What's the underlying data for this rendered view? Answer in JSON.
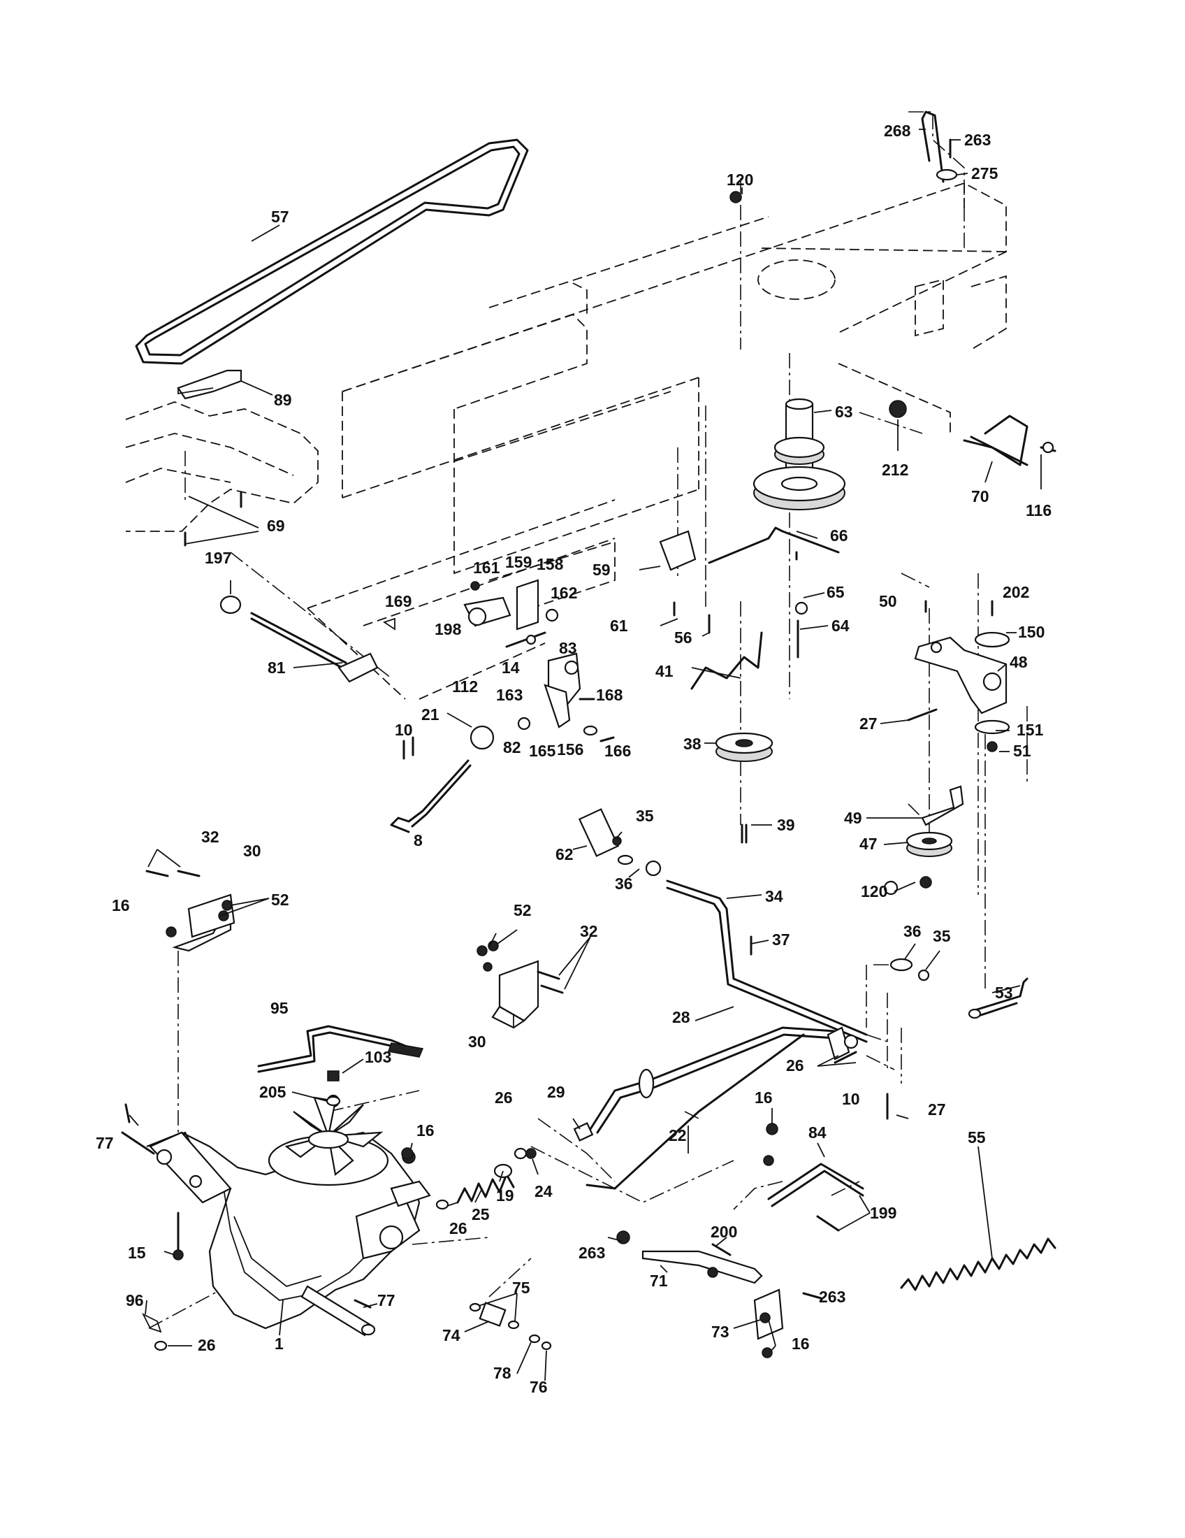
{
  "diagram": {
    "labels": [
      {
        "id": "l268",
        "text": "268"
      },
      {
        "id": "l263a",
        "text": "263"
      },
      {
        "id": "l275",
        "text": "275"
      },
      {
        "id": "l120a",
        "text": "120"
      },
      {
        "id": "l57",
        "text": "57"
      },
      {
        "id": "l89",
        "text": "89"
      },
      {
        "id": "l63",
        "text": "63"
      },
      {
        "id": "l212",
        "text": "212"
      },
      {
        "id": "l70",
        "text": "70"
      },
      {
        "id": "l116",
        "text": "116"
      },
      {
        "id": "l69",
        "text": "69"
      },
      {
        "id": "l66",
        "text": "66"
      },
      {
        "id": "l197",
        "text": "197"
      },
      {
        "id": "l161",
        "text": "161"
      },
      {
        "id": "l159",
        "text": "159"
      },
      {
        "id": "l158",
        "text": "158"
      },
      {
        "id": "l59",
        "text": "59"
      },
      {
        "id": "l169",
        "text": "169"
      },
      {
        "id": "l162",
        "text": "162"
      },
      {
        "id": "l65",
        "text": "65"
      },
      {
        "id": "l50",
        "text": "50"
      },
      {
        "id": "l202",
        "text": "202"
      },
      {
        "id": "l198",
        "text": "198"
      },
      {
        "id": "l61",
        "text": "61"
      },
      {
        "id": "l56",
        "text": "56"
      },
      {
        "id": "l64",
        "text": "64"
      },
      {
        "id": "l150",
        "text": "150"
      },
      {
        "id": "l81",
        "text": "81"
      },
      {
        "id": "l14",
        "text": "14"
      },
      {
        "id": "l83",
        "text": "83"
      },
      {
        "id": "l41",
        "text": "41"
      },
      {
        "id": "l48",
        "text": "48"
      },
      {
        "id": "l112",
        "text": "112"
      },
      {
        "id": "l163",
        "text": "163"
      },
      {
        "id": "l168",
        "text": "168"
      },
      {
        "id": "l21",
        "text": "21"
      },
      {
        "id": "l27a",
        "text": "27"
      },
      {
        "id": "l151",
        "text": "151"
      },
      {
        "id": "l10a",
        "text": "10"
      },
      {
        "id": "l82",
        "text": "82"
      },
      {
        "id": "l165",
        "text": "165"
      },
      {
        "id": "l156",
        "text": "156"
      },
      {
        "id": "l166",
        "text": "166"
      },
      {
        "id": "l38",
        "text": "38"
      },
      {
        "id": "l51",
        "text": "51"
      },
      {
        "id": "l39",
        "text": "39"
      },
      {
        "id": "l49",
        "text": "49"
      },
      {
        "id": "l8",
        "text": "8"
      },
      {
        "id": "l35a",
        "text": "35"
      },
      {
        "id": "l32a",
        "text": "32"
      },
      {
        "id": "l30a",
        "text": "30"
      },
      {
        "id": "l62",
        "text": "62"
      },
      {
        "id": "l47",
        "text": "47"
      },
      {
        "id": "l36a",
        "text": "36"
      },
      {
        "id": "l120b",
        "text": "120"
      },
      {
        "id": "l34",
        "text": "34"
      },
      {
        "id": "l52a",
        "text": "52"
      },
      {
        "id": "l16a",
        "text": "16"
      },
      {
        "id": "l52b",
        "text": "52"
      },
      {
        "id": "l37",
        "text": "37"
      },
      {
        "id": "l32b",
        "text": "32"
      },
      {
        "id": "l36b",
        "text": "36"
      },
      {
        "id": "l35b",
        "text": "35"
      },
      {
        "id": "l53",
        "text": "53"
      },
      {
        "id": "l95",
        "text": "95"
      },
      {
        "id": "l28",
        "text": "28"
      },
      {
        "id": "l30b",
        "text": "30"
      },
      {
        "id": "l103",
        "text": "103"
      },
      {
        "id": "l26a",
        "text": "26"
      },
      {
        "id": "l205",
        "text": "205"
      },
      {
        "id": "l29",
        "text": "29"
      },
      {
        "id": "l10b",
        "text": "10"
      },
      {
        "id": "l27b",
        "text": "27"
      },
      {
        "id": "l26b",
        "text": "26"
      },
      {
        "id": "l16b",
        "text": "16"
      },
      {
        "id": "l77a",
        "text": "77"
      },
      {
        "id": "l16c",
        "text": "16"
      },
      {
        "id": "l22",
        "text": "22"
      },
      {
        "id": "l84",
        "text": "84"
      },
      {
        "id": "l19",
        "text": "19"
      },
      {
        "id": "l24",
        "text": "24"
      },
      {
        "id": "l55",
        "text": "55"
      },
      {
        "id": "l25",
        "text": "25"
      },
      {
        "id": "l199",
        "text": "199"
      },
      {
        "id": "l15",
        "text": "15"
      },
      {
        "id": "l26c",
        "text": "26"
      },
      {
        "id": "l200",
        "text": "200"
      },
      {
        "id": "l263b",
        "text": "263"
      },
      {
        "id": "l71",
        "text": "71"
      },
      {
        "id": "l263c",
        "text": "263"
      },
      {
        "id": "l75",
        "text": "75"
      },
      {
        "id": "l96",
        "text": "96"
      },
      {
        "id": "l77b",
        "text": "77"
      },
      {
        "id": "l74",
        "text": "74"
      },
      {
        "id": "l26d",
        "text": "26"
      },
      {
        "id": "l1",
        "text": "1"
      },
      {
        "id": "l73",
        "text": "73"
      },
      {
        "id": "l16d",
        "text": "16"
      },
      {
        "id": "l78",
        "text": "78"
      },
      {
        "id": "l76",
        "text": "76"
      }
    ]
  }
}
